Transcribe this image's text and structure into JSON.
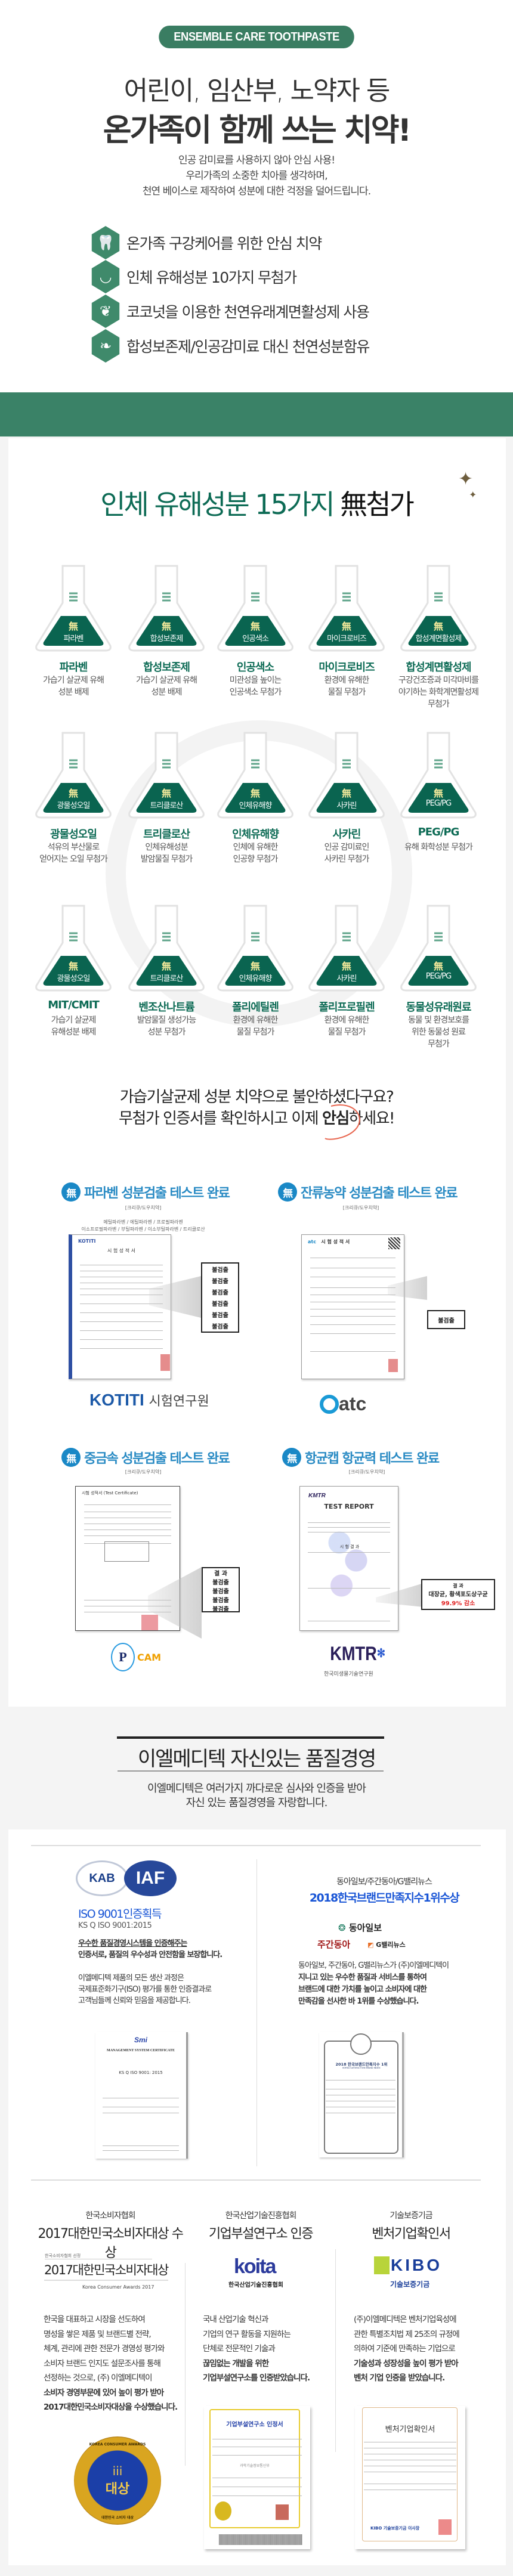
{
  "header": {
    "badge": "ENSEMBLE CARE TOOTHPASTE",
    "headline_1": "어린이, 임산부, 노약자 등",
    "headline_2": "온가족이 함께 쓰는 치약!",
    "intro": [
      "인공 감미료를 사용하지 않아 안심 사용!",
      "우리가족의 소중한 치아를 생각하며,",
      "천연 베이스로 제작하여 성분에 대한 걱정을 덜어드립니다."
    ]
  },
  "features": [
    {
      "icon": "tooth-icon",
      "text": "온가족 구강케어를 위한 안심 치약"
    },
    {
      "icon": "smile-icon",
      "text": "인체 유해성분 10가지 무첨가"
    },
    {
      "icon": "leaf-icon",
      "text": "코코넛을 이용한 천연유래계면활성제 사용"
    },
    {
      "icon": "leaves-icon",
      "text": "합성보존제/인공감미료 대신 천연성분함유"
    }
  ],
  "free_section": {
    "title_green": "인체 유해성분 15가지",
    "title_black": "無첨가",
    "mu": "無",
    "items": [
      {
        "label": "파라벤",
        "name": "파라벤",
        "desc": [
          "가습기 살균제 유해",
          "성분 배제"
        ]
      },
      {
        "label": "합성보존제",
        "name": "합성보존제",
        "desc": [
          "가습기 살균제 유해",
          "성분 배제"
        ]
      },
      {
        "label": "인공색소",
        "name": "인공색소",
        "desc": [
          "미관성을 높이는",
          "인공색소 무첨가"
        ]
      },
      {
        "label": "마이크로비즈",
        "name": "마이크로비즈",
        "desc": [
          "환경에 유해한",
          "물질 무첨가"
        ]
      },
      {
        "label": "합성계면활성제",
        "name": "합성계면활성제",
        "desc": [
          "구강건조증과 미각마비를",
          "야기하는 화학계면활성제",
          "무첨가"
        ]
      },
      {
        "label": "광물성오일",
        "name": "광물성오일",
        "desc": [
          "석유의 부산물로",
          "얻어지는 오일 무첨가"
        ]
      },
      {
        "label": "트리클로산",
        "name": "트리클로산",
        "desc": [
          "인체유해성분",
          "발암물질 무첨가"
        ]
      },
      {
        "label": "인체유해향",
        "name": "인체유해향",
        "desc": [
          "인체에 유해한",
          "인공향 무첨가"
        ]
      },
      {
        "label": "사카린",
        "name": "사카린",
        "desc": [
          "인공 감미료인",
          "사카린 무첨가"
        ]
      },
      {
        "label": "PEG/PG",
        "name": "PEG/PG",
        "desc": [
          "유해 화학성분 무첨가"
        ]
      },
      {
        "label": "광물성오일",
        "name": "MIT/CMIT",
        "desc": [
          "가습기 살균제",
          "유해성분 배제"
        ]
      },
      {
        "label": "트리클로산",
        "name": "벤조산나트륨",
        "desc": [
          "발암물질 생성가능",
          "성분 무첨가"
        ]
      },
      {
        "label": "인체유해향",
        "name": "폴리에틸렌",
        "desc": [
          "환경에 유해한",
          "물질 무첨가"
        ]
      },
      {
        "label": "사카린",
        "name": "폴리프로필렌",
        "desc": [
          "환경에 유해한",
          "물질 무첨가"
        ]
      },
      {
        "label": "PEG/PG",
        "name": "동물성유래원료",
        "desc": [
          "동물 및 환경보호를",
          "위한 동물성 원료",
          "무첨가"
        ]
      }
    ]
  },
  "certs": {
    "question_1": "가습기살균제 성분 치약으로 불안하셨다구요?",
    "question_2a": "무첨가 인증서를 확인하시고 이제 ",
    "question_2b": "안심",
    "question_2c": "하세요!",
    "tests": [
      {
        "title": "파라벤 성분검출 테스트 완료",
        "product": "[크리큐/도우치약]",
        "details": [
          "메틸파라벤 / 에틸파라벤 / 프로필파라벤",
          "이소프로필파라벤 / 부틸파라벤 / 이소부틸파라벤 / 트리클로산"
        ],
        "result": "불검출",
        "logo": "KOTITI",
        "logo_sub": "시험연구원",
        "doc_title": "시 험 성 적 서"
      },
      {
        "title": "잔류농약 성분검출 테스트 완료",
        "product": "[크리큐/도우치약]",
        "result": "불검출",
        "logo": "atc",
        "doc_title": "시 험 성 적 서"
      },
      {
        "title": "중금속 성분검출 테스트 완료",
        "product": "[크리큐/도우치약]",
        "result_header": "결 과",
        "result": "불검출",
        "logo": "CAM",
        "doc_title": "시험 성적서 (Test Certificate)"
      },
      {
        "title": "항균캡 항균력 테스트 완료",
        "product": "[크리큐/도우치약]",
        "result_header": "결 과",
        "result": "대장균, 황색포도상구균",
        "result_highlight": "99.9% 감소",
        "logo": "KMTR",
        "logo_sub": "한국미생물기술연구원",
        "doc_title": "TEST REPORT",
        "doc_sub": "시 험 결 과"
      }
    ]
  },
  "quality": {
    "title": "이엘메디텍 자신있는 품질경영",
    "desc": [
      "이엘메디텍은 여러가지 까다로운 심사와 인증을 받아",
      "자신 있는 품질경영을 자랑합니다."
    ],
    "iso": {
      "logos": [
        "KAB",
        "IAF"
      ],
      "title": "ISO 9001인증획득",
      "std": "KS Q ISO 9001:2015",
      "bold": [
        "우수한 품질경영시스템을 인증해주는",
        "인증서로, 품질의 우수성과 안전함을 보장합니다."
      ],
      "text": [
        "이엘메디텍 제품의 모든 생산 과정은",
        "국제표준화기구(ISO) 평가를 통한 인증결과로",
        "고객님들께 신뢰와 믿음을 제공합니다."
      ],
      "doc_logo": "Smi",
      "doc_title": "MANAGEMENT SYSTEM CERTIFICATE",
      "doc_std": "KS Q ISO 9001: 2015"
    },
    "brand": {
      "sub": "동아일보/주간동아/G밸리뉴스",
      "title": "2018한국브랜드만족지수1위수상",
      "logos": [
        "동아일보",
        "주간동아",
        "G밸리뉴스"
      ],
      "text": [
        "동아일보, 주간동아, G밸리뉴스가 (주)이엘메디텍이",
        "지니고 있는 우수한 품질과 서비스를 통하여",
        "브랜드에 대한 가치를 높이고 소비자에 대한",
        "만족감을 선사한 바 1위를 수상했습니다."
      ],
      "doc_title": "2018 한국브랜드만족지수 1위",
      "doc_sub": "KOREA SATISFACTION BRAND INDEX"
    },
    "awards": [
      {
        "org": "한국소비자협회",
        "title": "2017대한민국소비자대상 수상",
        "logo_pre": "한국소비자협회 선정",
        "logo_main": "2017대한민국소비자대상",
        "logo_en": "Korea Consumer Awards 2017",
        "text": [
          "한국을 대표하고 시장을 선도하여",
          "명성을 쌓은 제품 및 브랜드별 전략,",
          "체계, 관리에 관한 전문가 경영성 평가와",
          "소비자 브랜드 인지도 설문조사를 통해",
          "선정하는 것으로, (주) 이엘메디텍이",
          "소비자 경영부문에 있어 높이 평가 받아",
          "2017대한민국소비자대상을 수상했습니다."
        ],
        "medal_ring": "KOREA CONSUMER AWARDS",
        "medal_main": "대상",
        "medal_bottom": "대한민국 소비자 대상"
      },
      {
        "org": "한국산업기술진흥협회",
        "title": "기업부설연구소 인증",
        "logo_main": "koita",
        "logo_sub": "한국산업기술진흥협회",
        "text": [
          "국내 산업기술 혁신과",
          "기업의 연구 활동을 지원하는",
          "단체로 전문적인 기술과",
          "끊임없는 개발을 위한",
          "기업부설연구소를 인증받았습니다."
        ],
        "doc_title": "기업부설연구소 인정서",
        "doc_issuer": "과학기술정보통신부"
      },
      {
        "org": "기술보증기금",
        "title": "벤처기업확인서",
        "logo_main": "KIBO",
        "logo_sub": "기술보증기금",
        "text": [
          "(주)이엘메디텍은 벤처기업육성에",
          "관한 특별조치법 제 25조의 규정에",
          "의하여 기준에 만족하는 기업으로",
          "기술성과 성장성을 높이 평가 받아",
          "벤처 기업 인증을 받았습니다."
        ],
        "doc_title": "벤처기업확인서",
        "doc_issuer": "KIBO 기술보증기금 이사장"
      }
    ]
  },
  "colors": {
    "brand_green": "#3a8267",
    "title_green": "#0d6b55",
    "flask_green": "#0a6450",
    "cert_blue": "#2a8bc4",
    "iso_blue": "#1a56d6",
    "mu_yellow": "#f6eb9c"
  }
}
